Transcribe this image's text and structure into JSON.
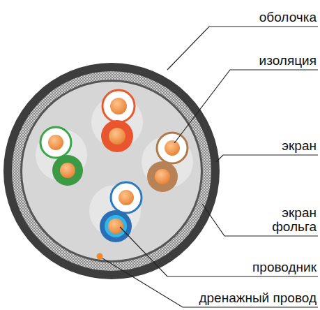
{
  "diagram": {
    "labels": [
      "оболочка",
      "изоляция",
      "экран",
      "экран фольга",
      "проводник",
      "дренажный провод"
    ]
  }
}
